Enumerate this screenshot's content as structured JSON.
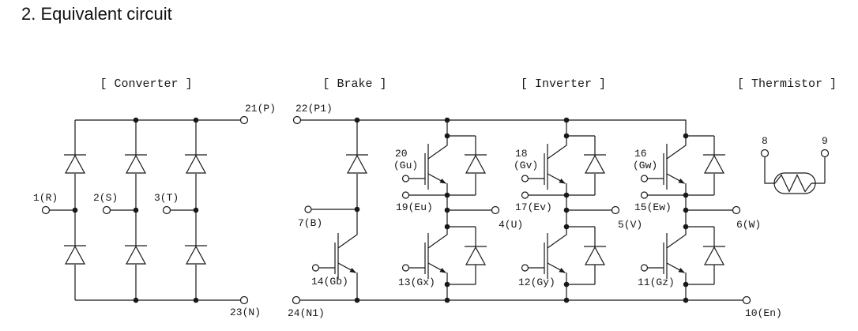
{
  "page": {
    "title": "2. Equivalent circuit"
  },
  "colors": {
    "background": "#ffffff",
    "line": "#17171c"
  },
  "headers": {
    "converter": "[ Converter ]",
    "brake": "[ Brake ]",
    "inverter": "[ Inverter ]",
    "thermistor": "[ Thermistor ]"
  },
  "converter": {
    "dc_pos": "21(P)",
    "in_r": "1(R)",
    "in_s": "2(S)",
    "in_t": "3(T)",
    "dc_neg": "23(N)"
  },
  "brake": {
    "dc_pos": "22(P1)",
    "collector": "7(B)",
    "gate": "14(Gb)",
    "dc_neg": "24(N1)"
  },
  "inverter": {
    "u": {
      "upper_gate_no": "20",
      "upper_gate": "(Gu)",
      "upper_emitter": "19(Eu)",
      "output": "4(U)",
      "lower_gate": "13(Gx)"
    },
    "v": {
      "upper_gate_no": "18",
      "upper_gate": "(Gv)",
      "upper_emitter": "17(Ev)",
      "output": "5(V)",
      "lower_gate": "12(Gy)"
    },
    "w": {
      "upper_gate_no": "16",
      "upper_gate": "(Gw)",
      "upper_emitter": "15(Ew)",
      "output": "6(W)",
      "lower_gate": "11(Gz)"
    },
    "emitter_common": "10(En)"
  },
  "thermistor": {
    "pin_left": "8",
    "pin_right": "9"
  }
}
